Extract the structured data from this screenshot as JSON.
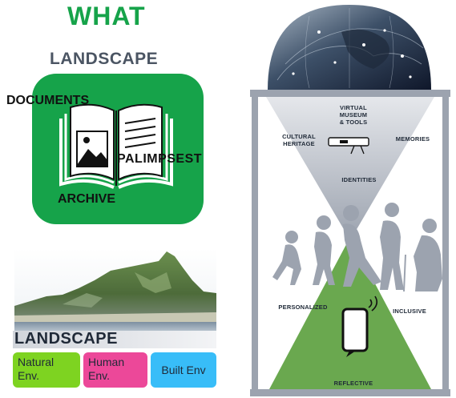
{
  "left": {
    "title": "WHAT",
    "subtitle": "LANDSCAPE",
    "book_labels": {
      "documents": "DOCUMENTS",
      "palimpsest": "PALIMPSEST",
      "archive": "ARCHIVE"
    },
    "landscape_bar": "LANDSCAPE",
    "environments": [
      {
        "line1": "Natural",
        "line2": "Env.",
        "color": "#7ed321"
      },
      {
        "line1": "Human",
        "line2": "Env.",
        "color": "#ec4899"
      },
      {
        "line1": "Built Env",
        "line2": "",
        "color": "#38bdf8"
      }
    ]
  },
  "right": {
    "virtual": [
      "VIRTUAL",
      "MUSEUM",
      "& TOOLS"
    ],
    "cultural": [
      "CULTURAL",
      "HERITAGE"
    ],
    "memories": "MEMORIES",
    "identities": "IDENTITIES",
    "personalized": "PERSONALIZED",
    "inclusive": "INCLUSIVE",
    "reflective": "REFLECTIVE"
  },
  "colors": {
    "brand_green": "#16a34a",
    "cone_green": "#6aa84f",
    "frame_grey": "#9ca3af"
  }
}
